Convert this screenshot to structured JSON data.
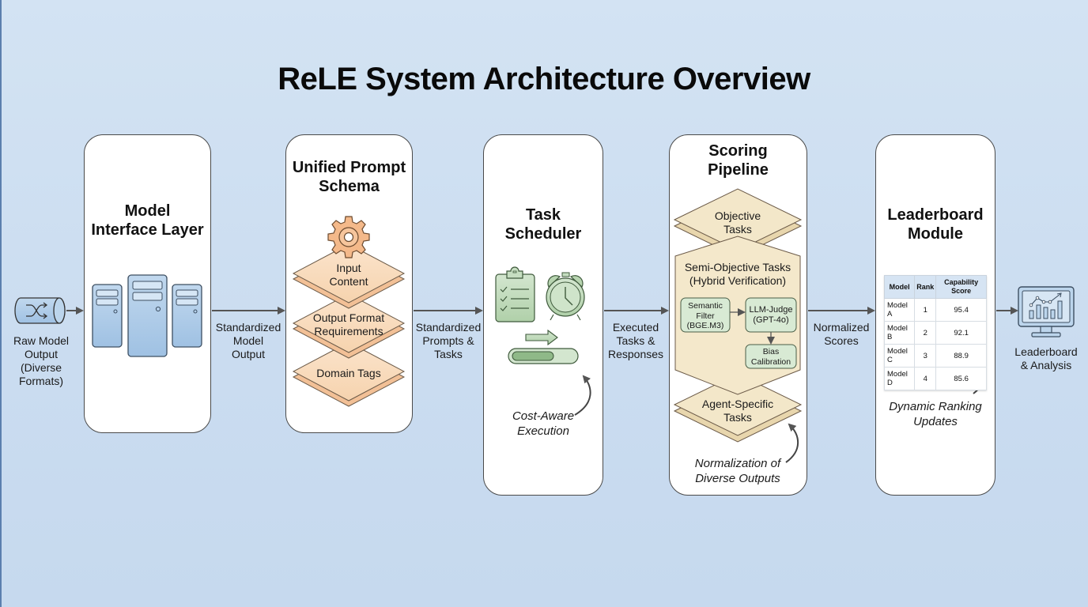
{
  "title": "ReLE System Architecture Overview",
  "colors": {
    "background": "#cfe0f2",
    "panel": "#ffffff",
    "server_blue": "#a9c8e6",
    "prompt_orange": "#f6c9a0",
    "scheduler_green": "#b8d6b2",
    "scoring_tan": "#f3e6c6",
    "scoring_green": "#d6ead4",
    "arrow": "#555555"
  },
  "source": {
    "icon": "shuffle-database-icon",
    "label_lines": [
      "Raw Model",
      "Output",
      "(Diverse",
      "Formats)"
    ]
  },
  "panels": [
    {
      "id": "model-interface-layer",
      "title_lines": [
        "Model",
        "Interface Layer"
      ],
      "icon": "servers-icon"
    },
    {
      "id": "unified-prompt-schema",
      "title_lines": [
        "Unified Prompt",
        "Schema"
      ],
      "icon": "gear-icon",
      "layers": [
        {
          "lines": [
            "Input",
            "Content"
          ]
        },
        {
          "lines": [
            "Output Format",
            "Requirements"
          ]
        },
        {
          "lines": [
            "Domain Tags"
          ]
        }
      ]
    },
    {
      "id": "task-scheduler",
      "title_lines": [
        "Task",
        "Scheduler"
      ],
      "icons": [
        "clipboard-checklist-icon",
        "alarm-clock-icon",
        "arrow-right-icon",
        "progress-bar-icon"
      ],
      "note_lines": [
        "Cost-Aware",
        "Execution"
      ]
    },
    {
      "id": "scoring-pipeline",
      "title_lines": [
        "Scoring",
        "Pipeline"
      ],
      "objective": [
        "Objective",
        "Tasks"
      ],
      "semi_objective": [
        "Semi-Objective Tasks",
        "(Hybrid Verification)"
      ],
      "sub_boxes": {
        "semantic_filter": [
          "Semantic",
          "Filter",
          "(BGE.M3)"
        ],
        "llm_judge": [
          "LLM-Judge",
          "(GPT-4o)"
        ],
        "bias_calibration": [
          "Bias",
          "Calibration"
        ]
      },
      "agent_specific": [
        "Agent-Specific",
        "Tasks"
      ],
      "note_lines": [
        "Normalization of",
        "Diverse Outputs"
      ]
    },
    {
      "id": "leaderboard-module",
      "title_lines": [
        "Leaderboard",
        "Module"
      ],
      "table": {
        "headers": [
          "Model",
          "Rank",
          "Capability Score"
        ],
        "rows": [
          [
            "Model A",
            "1",
            "95.4"
          ],
          [
            "Model B",
            "2",
            "92.1"
          ],
          [
            "Model C",
            "3",
            "88.9"
          ],
          [
            "Model D",
            "4",
            "85.6"
          ]
        ]
      },
      "note_lines": [
        "Dynamic Ranking",
        "Updates"
      ]
    }
  ],
  "connectors": [
    {
      "label_lines": [
        "Standardized",
        "Model",
        "Output"
      ]
    },
    {
      "label_lines": [
        "Standardized",
        "Prompts &",
        "Tasks"
      ]
    },
    {
      "label_lines": [
        "Executed",
        "Tasks &",
        "Responses"
      ]
    },
    {
      "label_lines": [
        "Normalized",
        "Scores"
      ]
    }
  ],
  "output": {
    "icon": "monitor-chart-icon",
    "label_lines": [
      "Leaderboard",
      "& Analysis"
    ]
  }
}
